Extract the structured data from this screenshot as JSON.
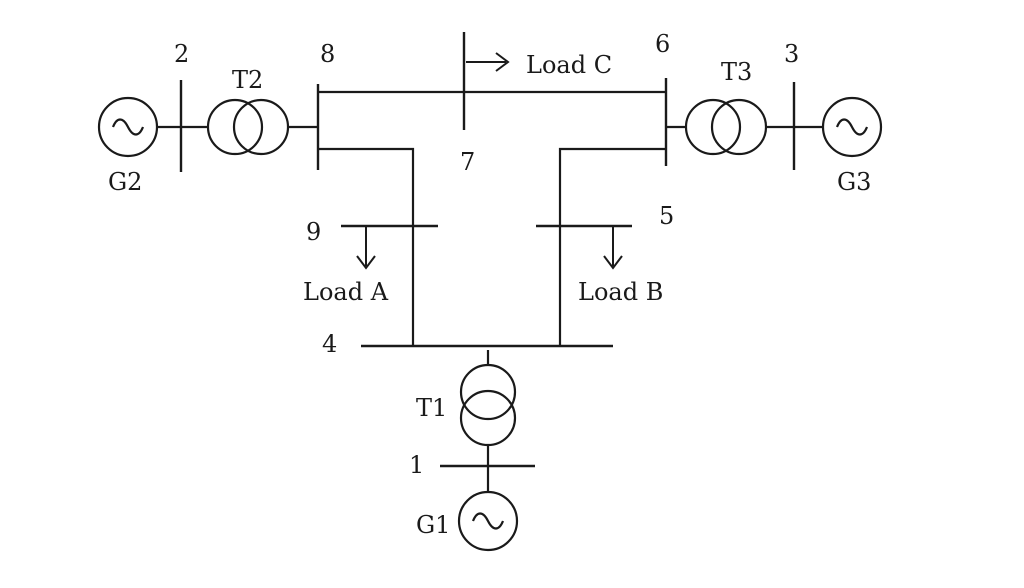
{
  "labels": {
    "bus_1": "1",
    "bus_2": "2",
    "bus_3": "3",
    "bus_4": "4",
    "bus_5": "5",
    "bus_6": "6",
    "bus_7": "7",
    "bus_8": "8",
    "bus_9": "9",
    "t1": "T1",
    "t2": "T2",
    "t3": "T3",
    "g1": "G1",
    "g2": "G2",
    "g3": "G3",
    "load_a": "Load A",
    "load_b": "Load B",
    "load_c": "Load C"
  }
}
